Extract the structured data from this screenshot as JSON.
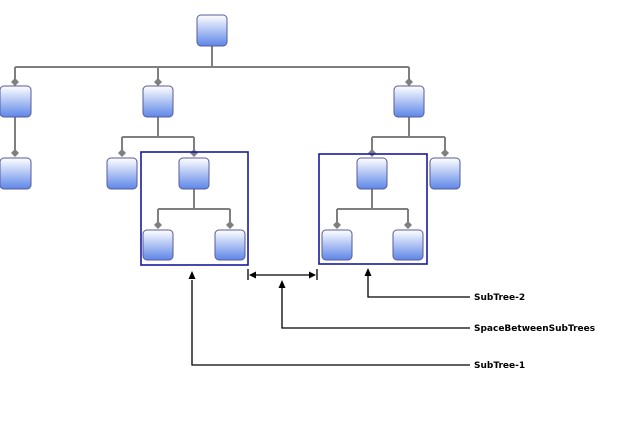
{
  "labels": {
    "subtree2": "SubTree-2",
    "space_between": "SpaceBetweenSubTrees",
    "subtree1": "SubTree-1"
  },
  "colors": {
    "node_top": "#ffffff",
    "node_bottom": "#5d86e8",
    "node_border": "#5a5a9a",
    "connector": "#7f7f7f",
    "highlight_box": "#1a1aa0",
    "arrow": "#000000"
  }
}
